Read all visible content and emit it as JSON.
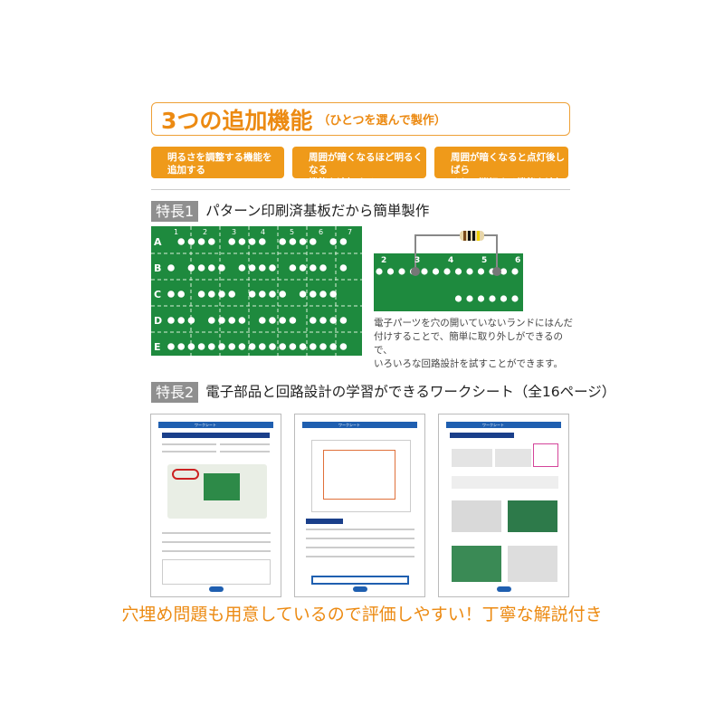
{
  "title": {
    "main": "3つの追加機能",
    "sub": "（ひとつを選んで製作）"
  },
  "options": [
    {
      "line1": "明るさを調整する機能を",
      "line2": "追加する"
    },
    {
      "line1": "周囲が暗くなるほど明るくなる",
      "line2": "機能を追加する"
    },
    {
      "line1": "周囲が暗くなると点灯後しばら",
      "line2": "くして消灯する機能を追加する"
    }
  ],
  "feature1": {
    "badge": "特長1",
    "heading": "パターン印刷済基板だから簡単製作",
    "pcb_rows": [
      "A",
      "B",
      "C",
      "D",
      "E"
    ],
    "pcb_cols": [
      "1",
      "2",
      "3",
      "4",
      "5",
      "6",
      "7"
    ],
    "detail_cols": [
      "2",
      "3",
      "4",
      "5",
      "6"
    ],
    "caption": [
      "電子パーツを穴の開いていないランドにはんだ",
      "付けすることで、簡単に取り外しができるので、",
      "いろいろな回路設計を試すことができます。"
    ]
  },
  "feature2": {
    "badge": "特長2",
    "heading": "電子部品と回路設計の学習ができるワークシート（全16ページ）",
    "sheet_title": "ワークシート"
  },
  "bottom_text": "穴埋め問題も用意しているので評価しやすい！丁寧な解説付き",
  "colors": {
    "accent": "#ef9a1a",
    "pcb": "#1e8a3e",
    "sheet_blue": "#1f5fb0"
  }
}
